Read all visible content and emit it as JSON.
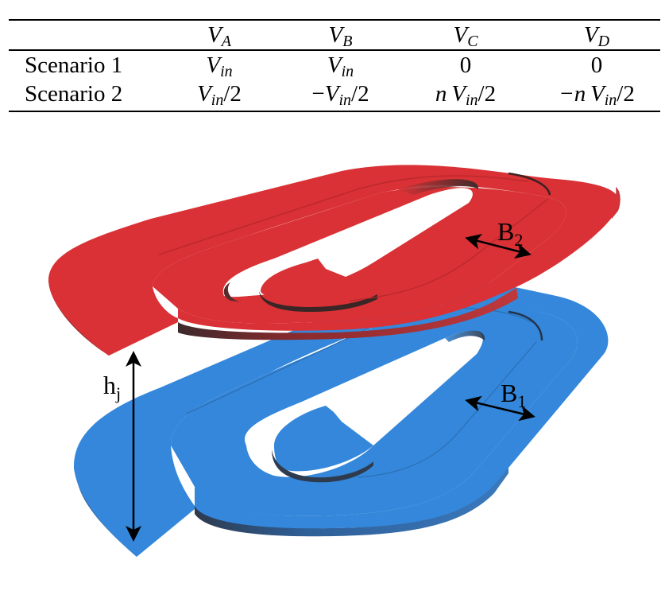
{
  "table": {
    "columns": [
      {
        "base": "",
        "sub": ""
      },
      {
        "base": "V",
        "sub": "A"
      },
      {
        "base": "V",
        "sub": "B"
      },
      {
        "base": "V",
        "sub": "C"
      },
      {
        "base": "V",
        "sub": "D"
      }
    ],
    "rows": [
      {
        "label": "Scenario 1",
        "cells": [
          {
            "prefix": "",
            "base": "V",
            "sub": "in",
            "suffix": ""
          },
          {
            "prefix": "",
            "base": "V",
            "sub": "in",
            "suffix": ""
          },
          {
            "prefix": "",
            "base": "0",
            "sub": "",
            "suffix": ""
          },
          {
            "prefix": "",
            "base": "0",
            "sub": "",
            "suffix": ""
          }
        ]
      },
      {
        "label": "Scenario 2",
        "cells": [
          {
            "prefix": "",
            "base": "V",
            "sub": "in",
            "suffix": "/2"
          },
          {
            "prefix": "−",
            "base": "V",
            "sub": "in",
            "suffix": "/2"
          },
          {
            "prefix": "n ",
            "base": "V",
            "sub": "in",
            "suffix": "/2"
          },
          {
            "prefix": "−n ",
            "base": "V",
            "sub": "in",
            "suffix": "/2"
          }
        ]
      }
    ]
  },
  "figure": {
    "top_coil": {
      "color": "#D93135",
      "shade": "#4a2b2c",
      "label_base": "B",
      "label_sub": "2"
    },
    "bottom_coil": {
      "color": "#3487DA",
      "shade": "#2f3f55",
      "label_base": "B",
      "label_sub": "1"
    },
    "gap_label_base": "h",
    "gap_label_sub": "j"
  }
}
